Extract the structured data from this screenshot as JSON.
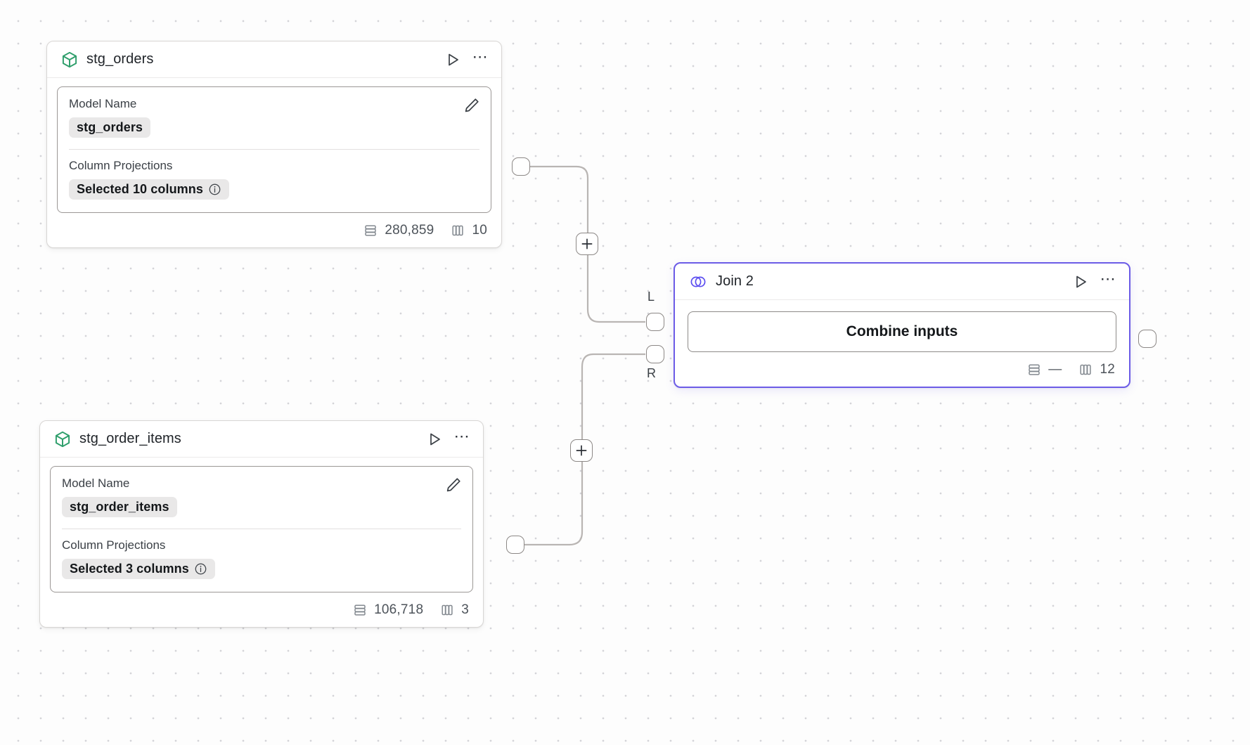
{
  "canvas": {
    "background_color": "#fdfdfd",
    "grid_dot_color": "#d4d4d8",
    "accent_color": "#6c5ce7"
  },
  "nodes": [
    {
      "id": "stg_orders",
      "title": "stg_orders",
      "icon": "cube-icon",
      "icon_color": "#2e9e6b",
      "selected": false,
      "fields": [
        {
          "label": "Model Name",
          "chip": "stg_orders",
          "has_info": false
        },
        {
          "label": "Column Projections",
          "chip": "Selected 10 columns",
          "has_info": true
        }
      ],
      "footer": {
        "rows_label": "280,859",
        "cols_label": "10"
      }
    },
    {
      "id": "stg_order_items",
      "title": "stg_order_items",
      "icon": "cube-icon",
      "icon_color": "#2e9e6b",
      "selected": false,
      "fields": [
        {
          "label": "Model Name",
          "chip": "stg_order_items",
          "has_info": false
        },
        {
          "label": "Column Projections",
          "chip": "Selected 3 columns",
          "has_info": true
        }
      ],
      "footer": {
        "rows_label": "106,718",
        "cols_label": "3"
      }
    },
    {
      "id": "join_2",
      "title": "Join 2",
      "icon": "venn-icon",
      "icon_color": "#5b4df0",
      "selected": true,
      "action_label": "Combine inputs",
      "footer": {
        "rows_label": "—",
        "cols_label": "12"
      }
    }
  ],
  "ports": {
    "left_input_label": "L",
    "right_input_label": "R"
  },
  "edge_buttons": {
    "add_label": "+"
  },
  "icons": {
    "run": "play-icon",
    "more": "more-options-icon",
    "edit": "pencil-icon",
    "info": "info-icon",
    "rows": "rows-icon",
    "columns": "columns-icon"
  }
}
